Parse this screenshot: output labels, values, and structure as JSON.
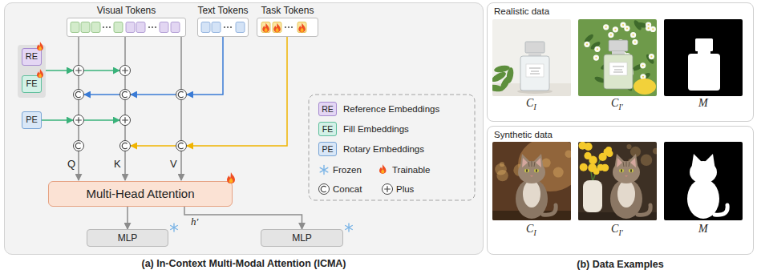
{
  "diagram": {
    "nodes": [
      {
        "text": [
          "(a) In-Context Multi-Modal Attention (ICMA)"
        ]
      },
      {
        "text": [
          "Visual Tokens"
        ],
        "in": 0
      },
      {
        "text": [
          "Text Tokens"
        ],
        "in": 0
      },
      {
        "text": [
          "Task Tokens"
        ],
        "in": 0
      },
      {
        "text": [
          "RE"
        ],
        "in": 0
      },
      {
        "text": [
          "FE"
        ],
        "in": 0
      },
      {
        "text": [
          "PE"
        ],
        "in": 0
      },
      {
        "text": [
          "Multi-Head Attention"
        ],
        "in": 0
      },
      {
        "text": [
          "MLP"
        ],
        "in": 0
      },
      {
        "text": [
          "MLP"
        ],
        "in": 0
      },
      {
        "text": [
          "(b) Data Examples"
        ]
      },
      {
        "text": [
          "Realistic data"
        ],
        "in": 10
      },
      {
        "text": [
          "Synthetic data"
        ],
        "in": 10
      }
    ],
    "edges": [
      {
        "from": 7,
        "to": 8,
        "arrow": "to"
      },
      {
        "from": 7,
        "to": 9,
        "arrow": "to"
      }
    ],
    "labels": [
      "h′",
      "Q",
      "K",
      "V",
      "RE",
      "FE",
      "PE",
      "C",
      "I",
      "C",
      "I′",
      "M",
      "C",
      "I",
      "C",
      "I′",
      "M"
    ],
    "legend": [
      {
        "text": "Reference Embeddings",
        "color": "#e4d6f4"
      },
      {
        "text": "Fill Embeddings",
        "color": "#d3f1e7"
      },
      {
        "text": "Rotary Embeddings",
        "color": "#d9e7f7"
      },
      {
        "text": "Frozen"
      },
      {
        "text": "Trainable"
      },
      {
        "text": "Concat"
      },
      {
        "text": "Plus"
      }
    ]
  }
}
